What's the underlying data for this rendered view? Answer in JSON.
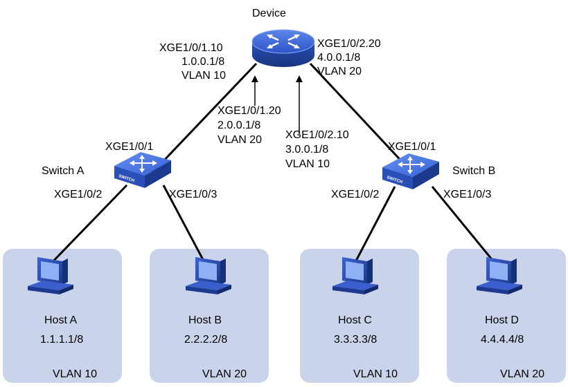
{
  "device": {
    "name": "Device",
    "left_if": [
      "XGE1/0/1.10",
      "1.0.0.1/8",
      "VLAN 10"
    ],
    "right_if": [
      "XGE1/0/2.20",
      "4.0.0.1/8",
      "VLAN 20"
    ],
    "mid_left_if": [
      "XGE1/0/1.20",
      "2.0.0.1/8",
      "VLAN 20"
    ],
    "mid_right_if": [
      "XGE1/0/2.10",
      "3.0.0.1/8",
      "VLAN 10"
    ]
  },
  "switch_a": {
    "name": "Switch A",
    "icon_text": "SWITCH",
    "uplink": "XGE1/0/1",
    "port_left": "XGE1/0/2",
    "port_right": "XGE1/0/3"
  },
  "switch_b": {
    "name": "Switch B",
    "icon_text": "SWITCH",
    "uplink": "XGE1/0/1",
    "port_left": "XGE1/0/2",
    "port_right": "XGE1/0/3"
  },
  "hosts": [
    {
      "name": "Host A",
      "ip": "1.1.1.1/8",
      "vlan": "VLAN 10"
    },
    {
      "name": "Host B",
      "ip": "2.2.2.2/8",
      "vlan": "VLAN 20"
    },
    {
      "name": "Host C",
      "ip": "3.3.3.3/8",
      "vlan": "VLAN 10"
    },
    {
      "name": "Host D",
      "ip": "4.4.4.4/8",
      "vlan": "VLAN 20"
    }
  ],
  "colors": {
    "vlan_area": "#c9d3ea",
    "icon_blue": "#2f5bd3",
    "icon_dark": "#1b3a8f",
    "link": "#000000"
  }
}
